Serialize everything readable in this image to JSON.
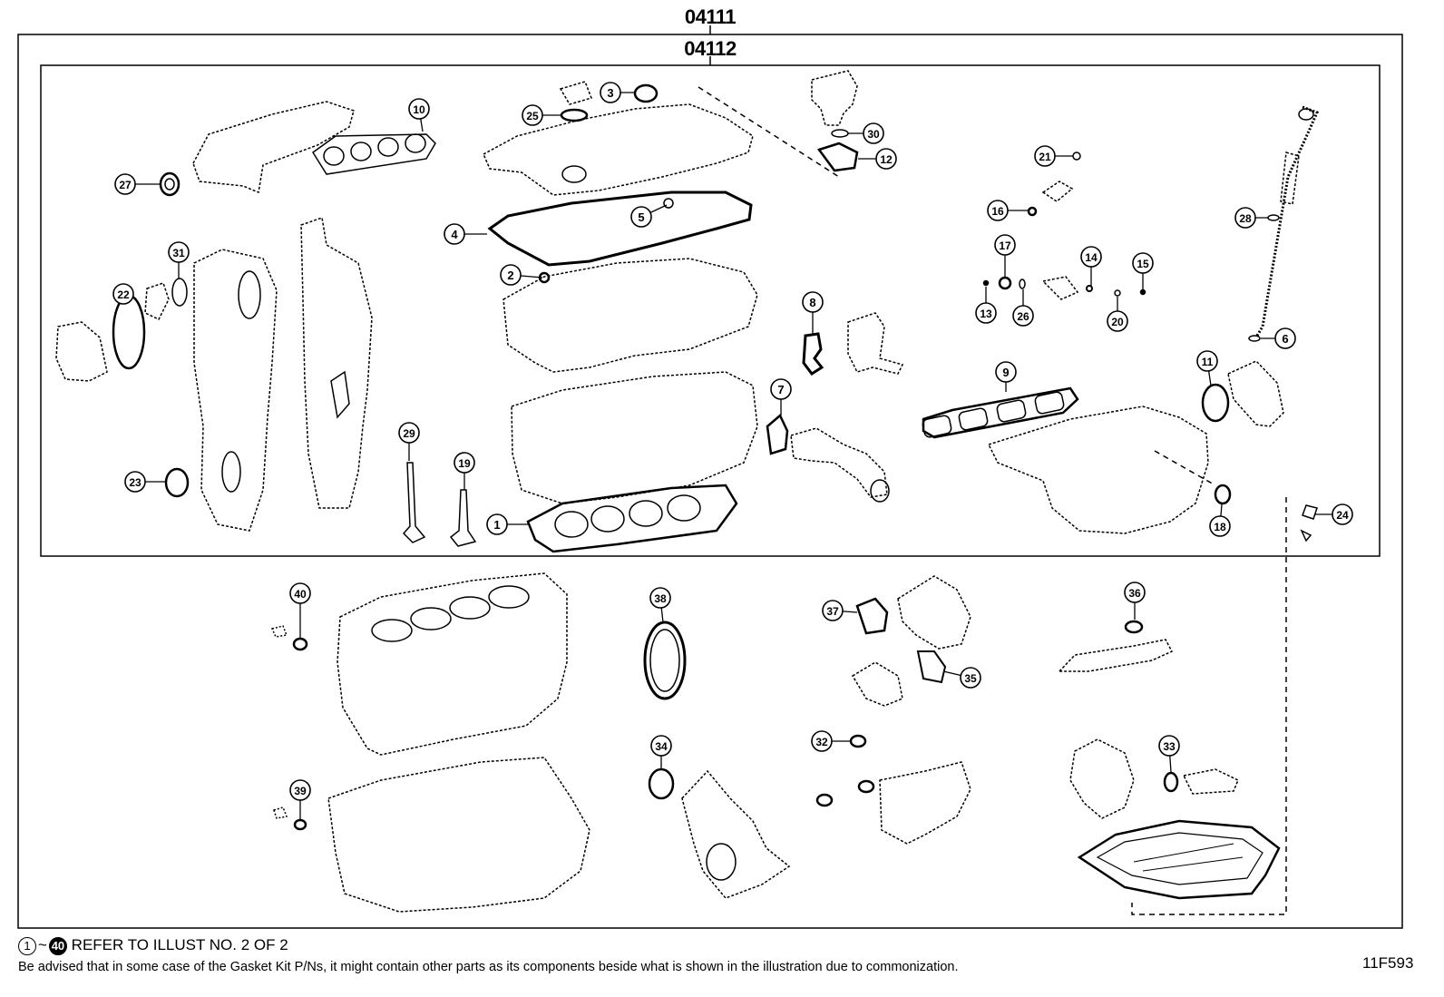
{
  "header": {
    "kit_outer": "04111",
    "kit_inner": "04112"
  },
  "callouts": [
    "1",
    "2",
    "3",
    "4",
    "5",
    "6",
    "7",
    "8",
    "9",
    "10",
    "11",
    "12",
    "13",
    "14",
    "15",
    "16",
    "17",
    "18",
    "19",
    "20",
    "21",
    "22",
    "23",
    "24",
    "25",
    "26",
    "27",
    "28",
    "29",
    "30",
    "31",
    "32",
    "33",
    "34",
    "35",
    "36",
    "37",
    "38",
    "39",
    "40"
  ],
  "footer": {
    "range_start": "1",
    "range_sep": "~",
    "range_end": "40",
    "refer_note": "REFER TO ILLUST NO. 2 OF 2",
    "advisory": "Be advised that in some case of the Gasket Kit P/Ns,  it might contain other parts as its components beside what is shown in the illustration due to commonization.",
    "illustration_code": "11F593"
  }
}
